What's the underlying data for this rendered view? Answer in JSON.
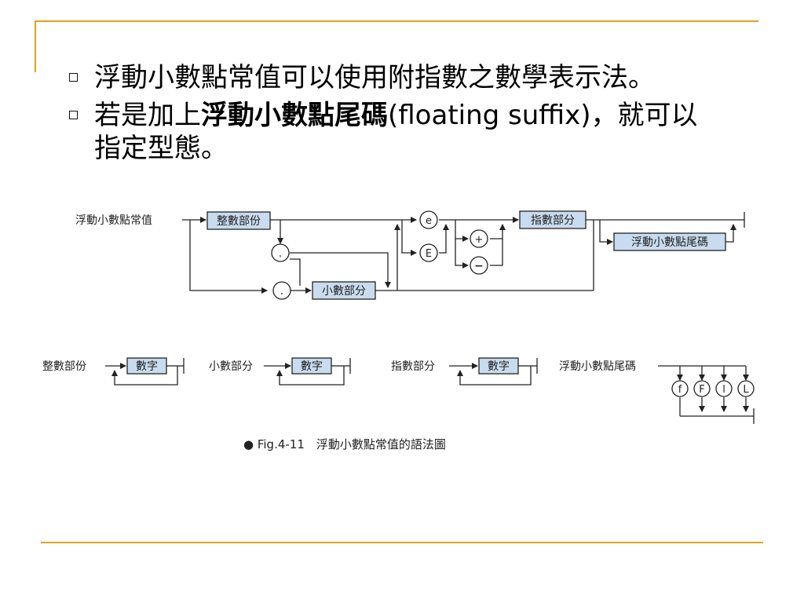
{
  "bullets": [
    {
      "text": "浮動小數點常值可以使用附指數之數學表示法。"
    },
    {
      "pre": "若是加上",
      "bold": "浮動小數點尾碼",
      "post": "(floating suffix)，就可以",
      "line2": "指定型態。"
    }
  ],
  "diagram": {
    "main": {
      "start_label": "浮動小數點常值",
      "integer_part": "整數部份",
      "dot": ".",
      "fraction_part": "小數部分",
      "e_lower": "e",
      "e_upper": "E",
      "plus": "+",
      "minus": "−",
      "exponent_part": "指數部分",
      "suffix": "浮動小數點尾碼"
    },
    "sub": [
      {
        "label": "整數部份",
        "box": "數字"
      },
      {
        "label": "小數部分",
        "box": "數字"
      },
      {
        "label": "指數部分",
        "box": "數字"
      }
    ],
    "suffix_def": {
      "label": "浮動小數點尾碼",
      "options": [
        "f",
        "F",
        "l",
        "L"
      ]
    },
    "caption": "● Fig.4-11　浮動小數點常值的語法圖"
  },
  "colors": {
    "accent": "#e0a21e",
    "box_fill": "#c9dcef",
    "line": "#222222"
  }
}
